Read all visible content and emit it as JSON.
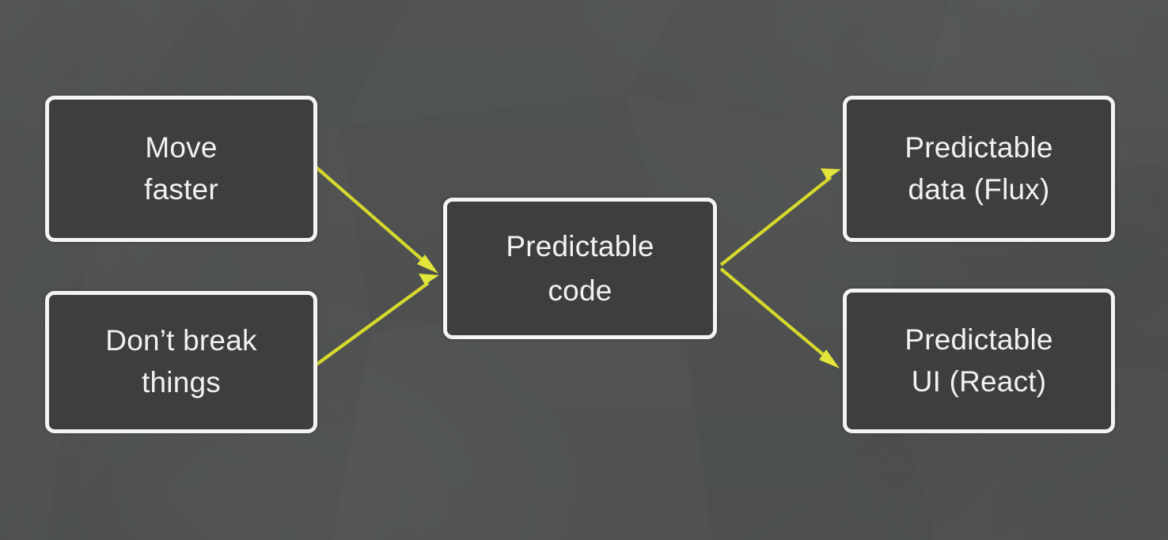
{
  "slide": {
    "title": "Predictable code flow diagram",
    "background_color": "#505352",
    "node_fill": "#3c3f3e",
    "node_border": "#f4f4f2",
    "arrow_color": "#d6d92c",
    "text_color": "#f2f2ef"
  },
  "nodes": [
    {
      "id": "move-faster",
      "line1": "Move",
      "line2": "faster",
      "role": "input"
    },
    {
      "id": "dont-break-things",
      "line1": "Don’t break",
      "line2": "things",
      "role": "input"
    },
    {
      "id": "predictable-code",
      "line1": "Predictable",
      "line2": "code",
      "role": "center"
    },
    {
      "id": "predictable-data",
      "line1": "Predictable",
      "line2": "data (Flux)",
      "role": "output"
    },
    {
      "id": "predictable-ui",
      "line1": "Predictable",
      "line2": "UI (React)",
      "role": "output"
    }
  ],
  "edges": [
    {
      "id": "move-faster-to-predictable-code",
      "from": "move-faster",
      "to": "predictable-code",
      "label": ""
    },
    {
      "id": "dont-break-things-to-predictable-code",
      "from": "dont-break-things",
      "to": "predictable-code",
      "label": ""
    },
    {
      "id": "predictable-code-to-predictable-data",
      "from": "predictable-code",
      "to": "predictable-data",
      "label": ""
    },
    {
      "id": "predictable-code-to-predictable-ui",
      "from": "predictable-code",
      "to": "predictable-ui",
      "label": ""
    }
  ]
}
